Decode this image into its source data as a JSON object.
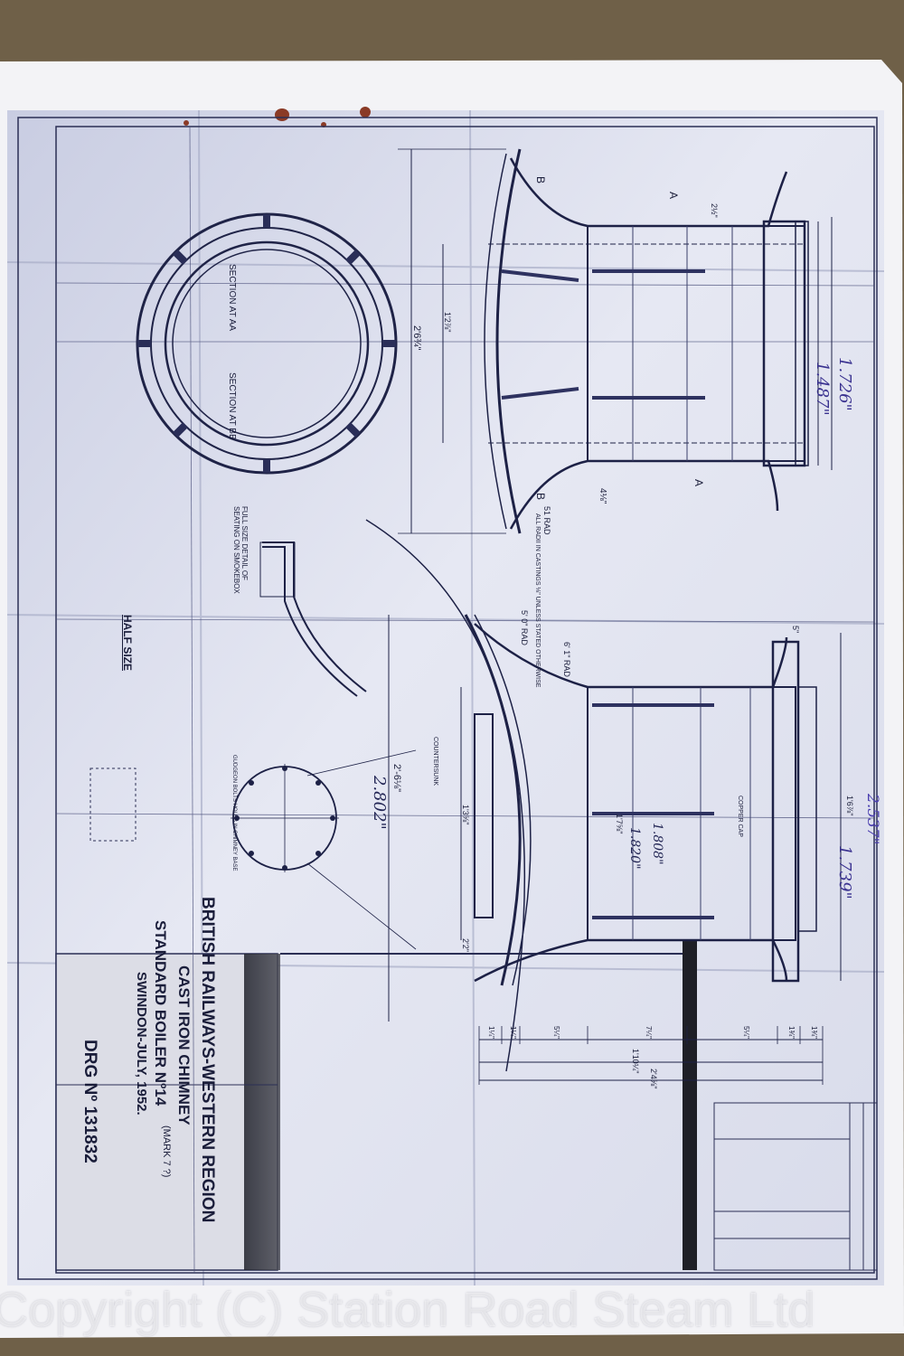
{
  "title_block": {
    "line1": "BRITISH RAILWAYS-WESTERN REGION",
    "line2": "CAST IRON CHIMNEY",
    "line3": "STANDARD BOILER Nº14",
    "line3_note": "(MARK 7 ?)",
    "line4": "SWINDON-JULY, 1952.",
    "drawing_no": "DRG Nº 131832"
  },
  "section_labels": {
    "section_aa": "SECTION AT AA",
    "section_bb": "SECTION AT BB",
    "scale": "HALF SIZE",
    "full_size_detail": "FULL SIZE DETAIL OF SEATING ON SMOKEBOX",
    "castings_note": "ALL RADII IN CASTINGS ⅛\" UNLESS STATED OTHERWISE",
    "copper_cap": "COPPER CAP",
    "countersunk": "COUNTERSUNK",
    "gudgeon_note": "GUDGEON BOLTS HOLES IN CHIMNEY BASE"
  },
  "markers": {
    "a": "A",
    "b": "B"
  },
  "dimensions": {
    "overall_height": "2'6¾\"",
    "upper_rad": "1'2⅞\"",
    "top_width": "2½\"",
    "rad_51": "51 RAD",
    "dim_4": "4⅛\"",
    "rad_50": "5' 0\" RAD",
    "rad_61": "6' 1\" RAD",
    "lower_depth": "2'-6⅛\"",
    "lower_inner": "1'3⅝\"",
    "lower_bore": "1'7⅝\"",
    "lower_rim": "1'6⅞\"",
    "lower_top_width": "5\"",
    "bottom_row": [
      "1¼\"",
      "1¼\"",
      "5¼\"",
      "7¼\"",
      "5¼\"",
      "1¾\"",
      "1¾\""
    ],
    "bottom_total_a": "1'10¼\"",
    "bottom_total_b": "2'4⅝\"",
    "dim_2ft2": "2'2\""
  },
  "handwritten": {
    "h1": "1.726\"",
    "h2": "1.487\"",
    "h3": "2.802\"",
    "h4": "1.820\"",
    "h5": "1.808\"",
    "h6": "1.739\"",
    "h7": "2.537\""
  },
  "watermark": "Copyright (C) Station Road Steam Ltd",
  "colors": {
    "paper": "#e9ebf4",
    "ink": "#1a1d3a",
    "handwriting": "#4b3fb0",
    "table": "#6b5c45",
    "title_shadow": "#2a2a2e"
  }
}
